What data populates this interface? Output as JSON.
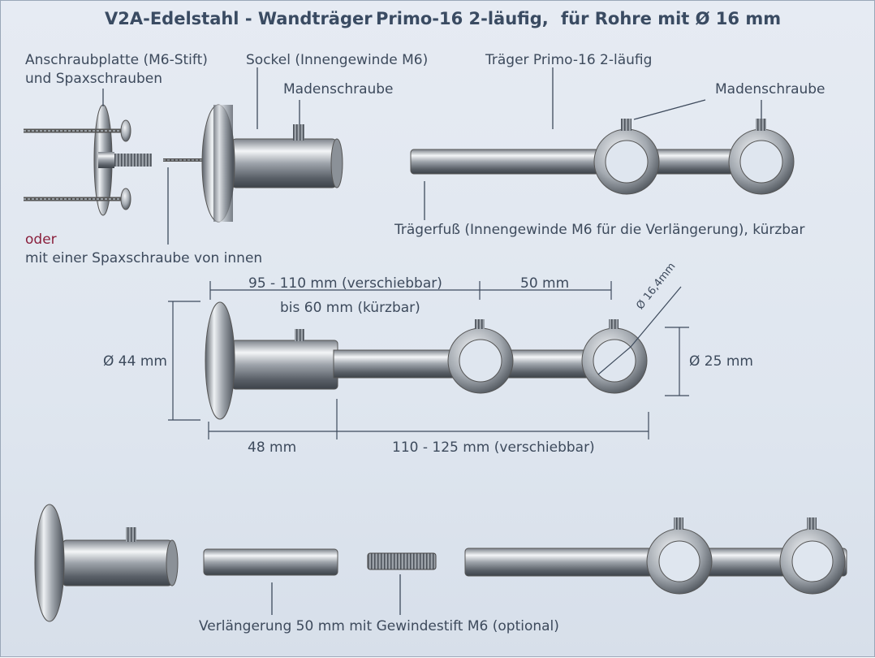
{
  "title": {
    "part1": "V2A-Edelstahl - Wandträger",
    "part2": "Primo-16  2-läufig,",
    "part3": "für Rohre mit Ø 16 mm"
  },
  "labels": {
    "anschraubplatte": "Anschraubplatte (M6-Stift)",
    "spaxschrauben": "und Spaxschrauben",
    "sockel": "Sockel (Innengewinde M6)",
    "madenschraube_1": "Madenschraube",
    "traeger": "Träger Primo-16 2-läufig",
    "madenschraube_2": "Madenschraube",
    "oder": "oder",
    "spax_innen": "mit einer Spaxschraube von innen",
    "traegerfuss": "Trägerfuß (Innengewinde M6 für die Verlängerung), kürzbar",
    "verlaengerung": "Verlängerung 50 mm mit Gewindestift M6 (optional)"
  },
  "dimensions": {
    "d_95_110": "95 - 110 mm (verschiebbar)",
    "d_50": "50 mm",
    "d_bis60": "bis 60 mm (kürzbar)",
    "d_44": "Ø 44 mm",
    "d_25": "Ø 25 mm",
    "d_164": "Ø 16,4mm",
    "d_48": "48 mm",
    "d_110_125": "110 - 125 mm (verschiebbar)"
  },
  "colors": {
    "text": "#3d4a5c",
    "title": "#3a4b62",
    "accent_oder": "#8a1f3c",
    "background": "#e2e8f0",
    "dimension_line": "#3d4a5c"
  }
}
